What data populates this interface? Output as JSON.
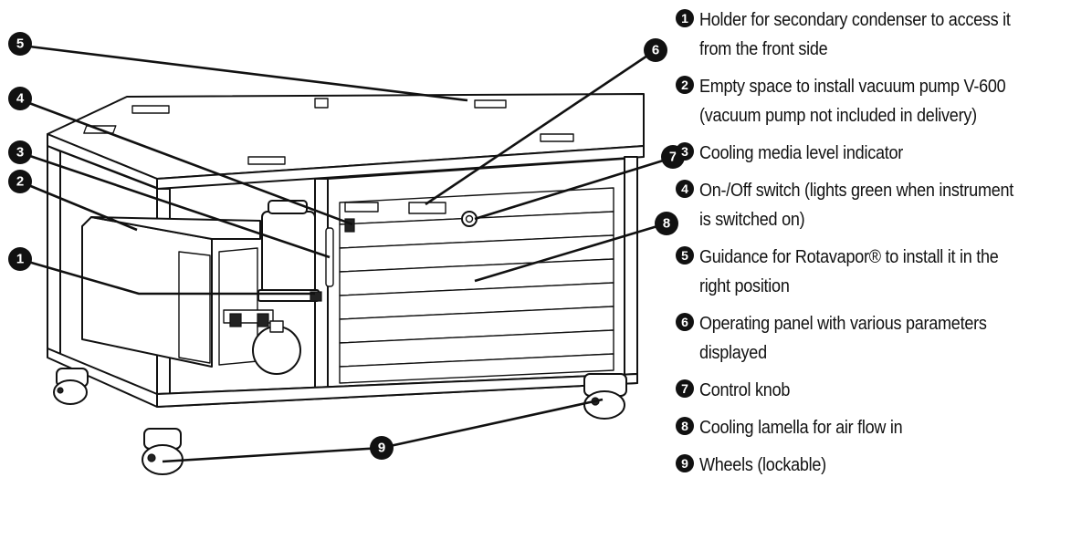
{
  "legend": [
    {
      "num": "1",
      "text": "Holder for secondary condenser to access it from the front side"
    },
    {
      "num": "2",
      "text": "Empty space to install vacuum pump V-600 (vacuum pump not included in delivery)"
    },
    {
      "num": "3",
      "text": "Cooling media level indicator"
    },
    {
      "num": "4",
      "text": "On-/Off switch (lights green when instrument is switched on)"
    },
    {
      "num": "5",
      "text": "Guidance for Rotavapor® to install it in the right position"
    },
    {
      "num": "6",
      "text": "Operating panel with various parameters displayed"
    },
    {
      "num": "7",
      "text": "Control knob"
    },
    {
      "num": "8",
      "text": "Cooling lamella for air flow in"
    },
    {
      "num": "9",
      "text": "Wheels (lockable)"
    }
  ],
  "callouts": [
    "1",
    "2",
    "3",
    "4",
    "5",
    "6",
    "7",
    "8",
    "9"
  ]
}
